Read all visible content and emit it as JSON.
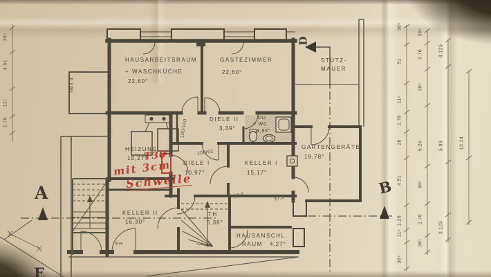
{
  "rooms": {
    "hausarbeitsraum": {
      "name": "HAUSARBEITSRAUM",
      "name2": "+ WASCHKÜCHE",
      "area": "22,60°"
    },
    "gaestezimmer": {
      "name": "GÄSTEZIMMER",
      "area": "22,60°"
    },
    "heizung": {
      "name": "HEIZUNG",
      "area": "10,27°"
    },
    "diele2": {
      "name": "DIELE II",
      "area": "3,39°"
    },
    "duwc": {
      "name": "DU",
      "name2": "+ WC",
      "area": "4,86°"
    },
    "diele1": {
      "name": "DIELE I",
      "area": "10,97°"
    },
    "keller1": {
      "name": "KELLER I",
      "area": "15,17°"
    },
    "gartengeraete": {
      "name": "GARTENGERÄTE",
      "area": "19,78°"
    },
    "keller2": {
      "name": "KELLER II",
      "area": "16,30°"
    },
    "th": {
      "name": "TH",
      "area": "5,36°"
    },
    "hausanschluss": {
      "name": "HAUSANSCHL.",
      "name2": "RAUM",
      "area": "4,27°"
    }
  },
  "labels": {
    "stuetzmauer1": "STÜTZ-",
    "stuetzmauer2": "MAUER",
    "hbn": "Hbn 4",
    "fh1": "FH",
    "fh2": "FH"
  },
  "red_annotations": {
    "t30": "T30",
    "line1": "mit 3cm",
    "line2": "Schwelle"
  },
  "section_markers": {
    "a": "A",
    "b": "B",
    "d": "D",
    "e": "E"
  },
  "inner_dimensions": {
    "d100100": "100/100",
    "d10062": "100/62",
    "d375a": "37,5",
    "d375b": "37,5"
  },
  "dimension_chains": {
    "left": [
      "36⁵",
      "4.51",
      "11⁵",
      "1.76"
    ],
    "right1": [
      "36⁵",
      "51",
      "11⁵",
      "1.76",
      "26",
      "4.51",
      "1.26",
      "11⁵",
      "36⁵"
    ],
    "right2": [
      "36⁵",
      "3.76",
      "36⁵",
      "5.26",
      "36⁵",
      "2.76",
      "36⁵"
    ],
    "right3": [
      "4.125",
      "5.99",
      "3.125"
    ],
    "right4": [
      "13.24"
    ]
  },
  "colors": {
    "paper": "#d8cab0",
    "ink": "#4c463b",
    "red_pen": "#b5402e"
  }
}
